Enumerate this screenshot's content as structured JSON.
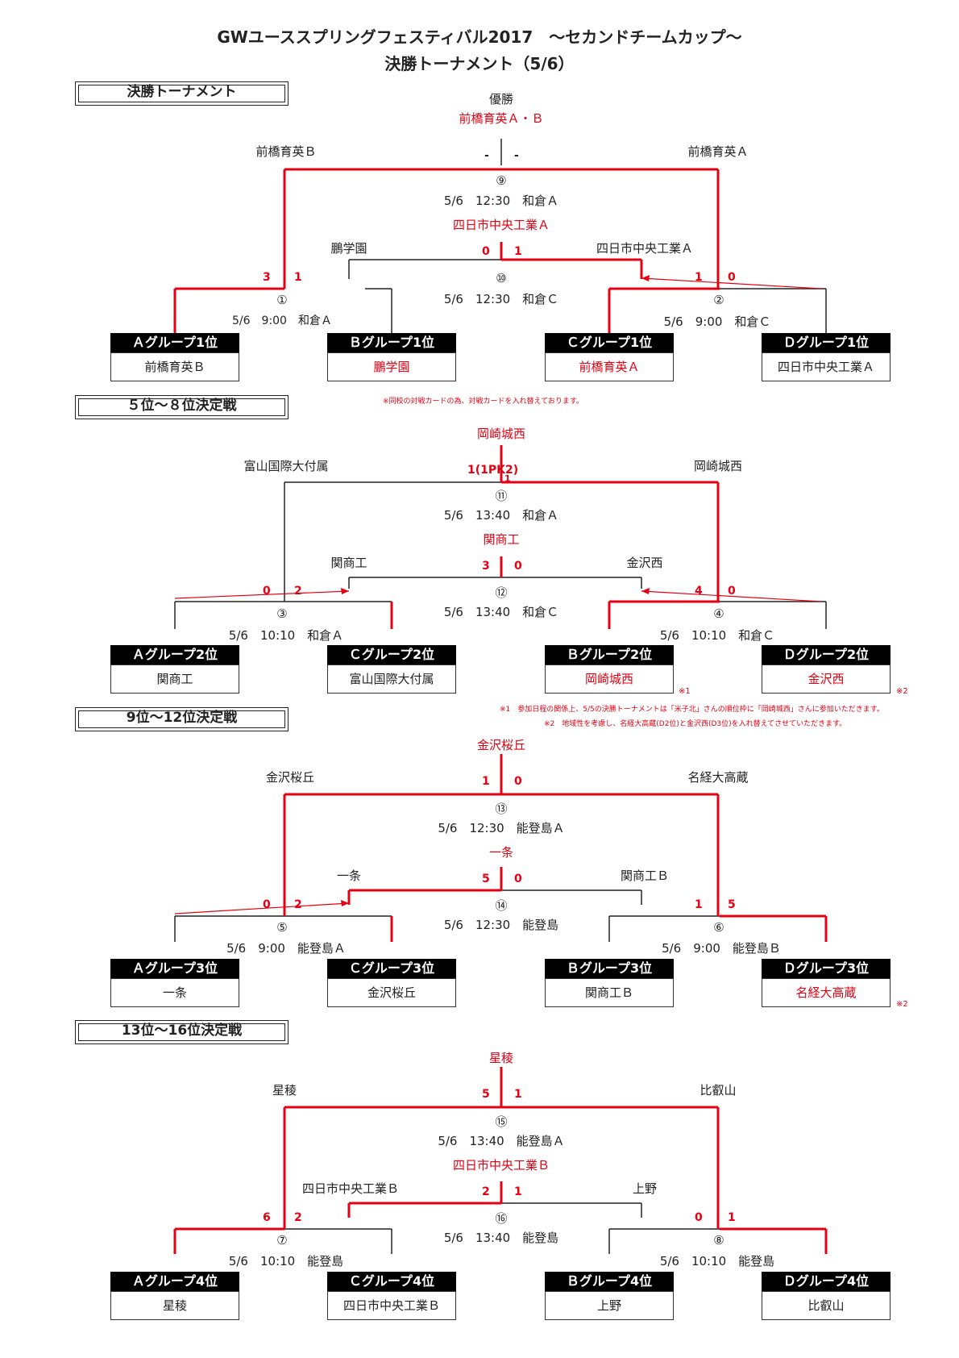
{
  "header": {
    "title": "GWユーススプリングフェスティバル2017　～セカンドチームカップ～",
    "subtitle": "決勝トーナメント（5/6）"
  },
  "sections": [
    {
      "label": "決勝トーナメント",
      "champion_caption": "優勝",
      "champion": "前橋育英Ａ・Ｂ",
      "final": {
        "no": "⑨",
        "time": "5/6　12:30　和倉Ａ",
        "left_team": "前橋育英Ｂ",
        "right_team": "前橋育英Ａ",
        "score_l": "-",
        "score_r": "-"
      },
      "third": {
        "winner": "四日市中央工業Ａ",
        "no": "⑩",
        "time": "5/6　12:30　和倉Ｃ",
        "left_team": "鵬学園",
        "right_team": "四日市中央工業Ａ",
        "score_l": "0",
        "score_r": "1"
      },
      "m1": {
        "no": "①",
        "time": "5/6　9:00　和倉Ａ",
        "score_l": "3",
        "score_r": "1"
      },
      "m2": {
        "no": "②",
        "time": "5/6　9:00　和倉Ｃ",
        "score_l": "1",
        "score_r": "0"
      },
      "groups": [
        {
          "head": "Ａグループ1位",
          "team": "前橋育英Ｂ",
          "red": false
        },
        {
          "head": "Ｂグループ1位",
          "team": "鵬学園",
          "red": true
        },
        {
          "head": "Ｃグループ1位",
          "team": "前橋育英Ａ",
          "red": true
        },
        {
          "head": "Ｄグループ1位",
          "team": "四日市中央工業Ａ",
          "red": false
        }
      ],
      "note": "※同校の対戦カードの為、対戦カードを入れ替えております。"
    },
    {
      "label": "５位～８位決定戦",
      "champion": "岡崎城西",
      "final": {
        "no": "⑪",
        "time": "5/6　13:40　和倉Ａ",
        "left_team": "富山国際大付属",
        "right_team": "岡崎城西",
        "score_l": "1(1PK2)",
        "score_r": "1"
      },
      "third": {
        "winner": "関商工",
        "no": "⑫",
        "time": "5/6　13:40　和倉Ｃ",
        "left_team": "関商工",
        "right_team": "金沢西",
        "score_l": "3",
        "score_r": "0"
      },
      "m1": {
        "no": "③",
        "time": "5/6　10:10　和倉Ａ",
        "score_l": "0",
        "score_r": "2"
      },
      "m2": {
        "no": "④",
        "time": "5/6　10:10　和倉Ｃ",
        "score_l": "4",
        "score_r": "0"
      },
      "groups": [
        {
          "head": "Ａグループ2位",
          "team": "関商工",
          "red": false
        },
        {
          "head": "Ｃグループ2位",
          "team": "富山国際大付属",
          "red": false
        },
        {
          "head": "Ｂグループ2位",
          "team": "岡崎城西",
          "red": true
        },
        {
          "head": "Ｄグループ2位",
          "team": "金沢西",
          "red": true
        }
      ],
      "mark1": "※1",
      "mark2": "※2",
      "note1": "※1　参加日程の関係上、5/5の決勝トーナメントは「米子北」さんの順位枠に「岡崎城西」さんに参加いただきます。",
      "note2": "※2　地域性を考慮し、名経大高蔵(D2位)と金沢西(D3位)を入れ替えてさせていただきます。"
    },
    {
      "label": "9位～12位決定戦",
      "champion": "金沢桜丘",
      "final": {
        "no": "⑬",
        "time": "5/6　12:30　能登島Ａ",
        "left_team": "金沢桜丘",
        "right_team": "名経大高蔵",
        "score_l": "1",
        "score_r": "0"
      },
      "third": {
        "winner": "一条",
        "no": "⑭",
        "time": "5/6　12:30　能登島",
        "left_team": "一条",
        "right_team": "関商工Ｂ",
        "score_l": "5",
        "score_r": "0"
      },
      "m1": {
        "no": "⑤",
        "time": "5/6　9:00　能登島Ａ",
        "score_l": "0",
        "score_r": "2"
      },
      "m2": {
        "no": "⑥",
        "time": "5/6　9:00　能登島Ｂ",
        "score_l": "1",
        "score_r": "5"
      },
      "groups": [
        {
          "head": "Ａグループ3位",
          "team": "一条",
          "red": false
        },
        {
          "head": "Ｃグループ3位",
          "team": "金沢桜丘",
          "red": false
        },
        {
          "head": "Ｂグループ3位",
          "team": "関商工Ｂ",
          "red": false
        },
        {
          "head": "Ｄグループ3位",
          "team": "名経大高蔵",
          "red": true
        }
      ],
      "mark2": "※2"
    },
    {
      "label": "13位～16位決定戦",
      "champion": "星稜",
      "final": {
        "no": "⑮",
        "time": "5/6　13:40　能登島Ａ",
        "left_team": "星稜",
        "right_team": "比叡山",
        "score_l": "5",
        "score_r": "1"
      },
      "third": {
        "winner": "四日市中央工業Ｂ",
        "no": "⑯",
        "time": "5/6　13:40　能登島",
        "left_team": "四日市中央工業Ｂ",
        "right_team": "上野",
        "score_l": "2",
        "score_r": "1"
      },
      "m1": {
        "no": "⑦",
        "time": "5/6　10:10　能登島",
        "score_l": "6",
        "score_r": "2"
      },
      "m2": {
        "no": "⑧",
        "time": "5/6　10:10　能登島",
        "score_l": "0",
        "score_r": "1"
      },
      "groups": [
        {
          "head": "Ａグループ4位",
          "team": "星稜",
          "red": false
        },
        {
          "head": "Ｃグループ4位",
          "team": "四日市中央工業Ｂ",
          "red": false
        },
        {
          "head": "Ｂグループ4位",
          "team": "上野",
          "red": false
        },
        {
          "head": "Ｄグループ4位",
          "team": "比叡山",
          "red": false
        }
      ]
    }
  ]
}
